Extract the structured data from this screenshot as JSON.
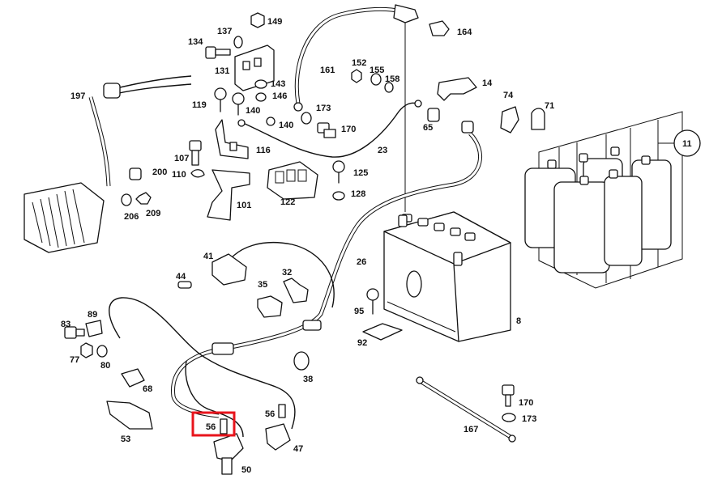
{
  "highlight": {
    "label": "56",
    "color": "#e8141c"
  },
  "callouts": {
    "c134": "134",
    "c137": "137",
    "c149": "149",
    "c164": "164",
    "c131": "131",
    "c143": "143",
    "c146": "146",
    "c161": "161",
    "c152": "152",
    "c155": "155",
    "c158": "158",
    "c14": "14",
    "c74": "74",
    "c71": "71",
    "c197": "197",
    "c119": "119",
    "c140a": "140",
    "c140b": "140",
    "c173a": "173",
    "c170a": "170",
    "c65": "65",
    "c11": "11",
    "c107": "107",
    "c116": "116",
    "c23": "23",
    "c200": "200",
    "c110": "110",
    "c125": "125",
    "c122": "122",
    "c128": "128",
    "c101": "101",
    "c206": "206",
    "c209": "209",
    "c41": "41",
    "c26": "26",
    "c44": "44",
    "c32": "32",
    "c35": "35",
    "c95": "95",
    "c8": "8",
    "c83": "83",
    "c89": "89",
    "c92": "92",
    "c77": "77",
    "c80": "80",
    "c38": "38",
    "c68": "68",
    "c170b": "170",
    "c173b": "173",
    "c53": "53",
    "c56": "56",
    "c47": "47",
    "c167": "167",
    "c50": "50"
  }
}
